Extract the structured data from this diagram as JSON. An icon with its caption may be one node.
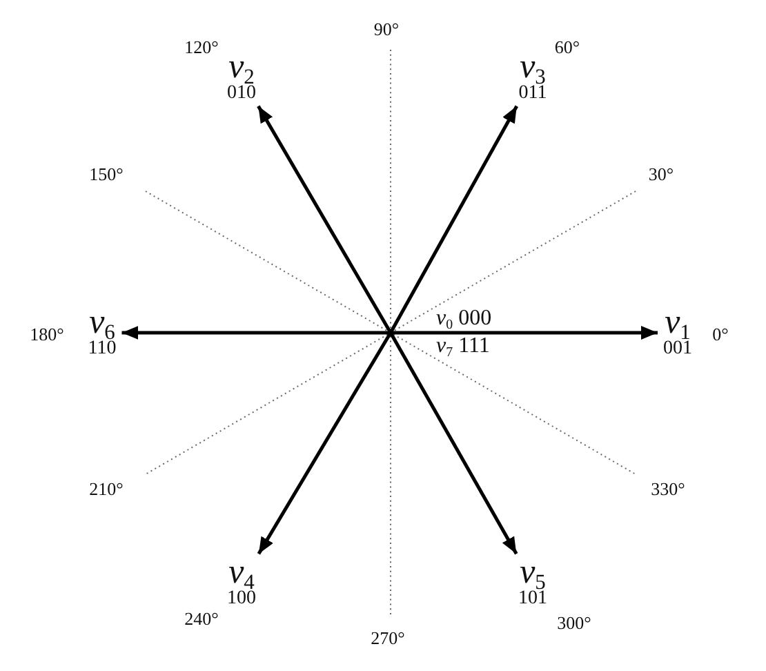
{
  "diagram": {
    "nodes": [
      {
        "text": [
          "*v*$_{2}$",
          "010"
        ]
      },
      {
        "text": [
          "*v*$_{3}$",
          "011"
        ]
      },
      {
        "text": [
          "*v*$_{6}$",
          "110"
        ]
      },
      {
        "text": [
          "*v*$_{1}$",
          "001"
        ]
      },
      {
        "text": [
          "*v*$_{4}$",
          "100"
        ]
      },
      {
        "text": [
          "*v*$_{5}$",
          "101"
        ]
      }
    ],
    "edges": [
      {
        "from": null,
        "to": 0,
        "arrow": "to"
      },
      {
        "from": null,
        "to": 1,
        "arrow": "to"
      },
      {
        "from": null,
        "to": 2,
        "arrow": "to"
      },
      {
        "from": null,
        "to": 3,
        "arrow": "to"
      },
      {
        "from": null,
        "to": 4,
        "arrow": "to"
      },
      {
        "from": null,
        "to": 5,
        "arrow": "to"
      }
    ],
    "labels": [
      "90°",
      "120°",
      "60°",
      "150°",
      "30°",
      "*v*$_{0}$ 000",
      "180°",
      "0°",
      "*v*$_{7}$ 111",
      "210°",
      "330°",
      "240°",
      "300°",
      "270°"
    ]
  }
}
